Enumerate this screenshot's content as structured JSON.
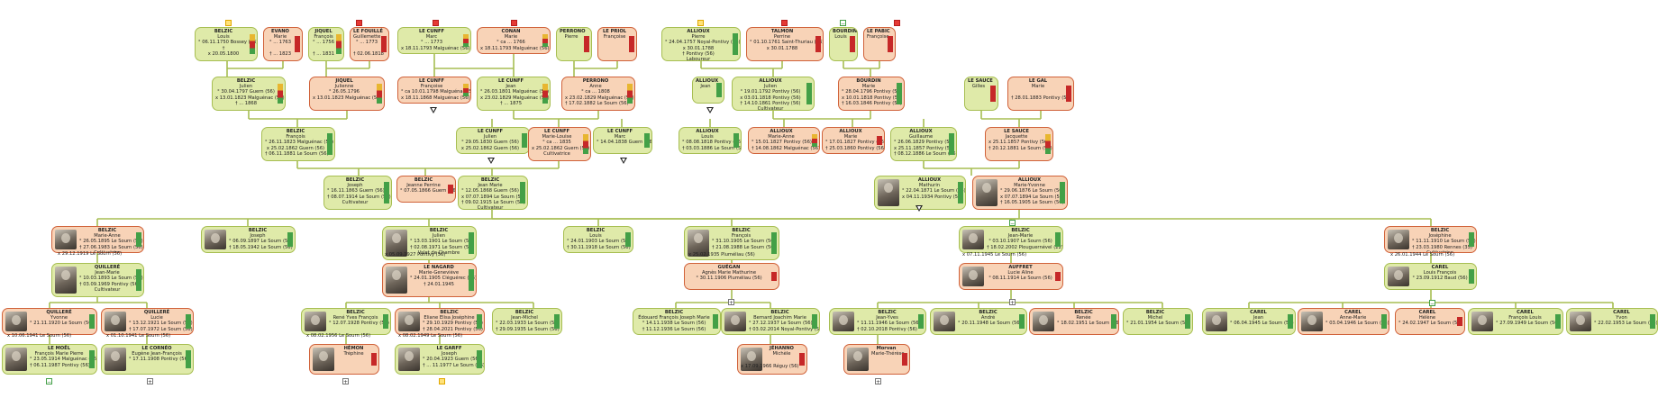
{
  "colors": {
    "male_bg": "#dfeaa9",
    "female_bg": "#f8d3b7",
    "line": "#a7be52",
    "male_border": "#a7be52",
    "female_border": "#d0623a"
  },
  "persons": {
    "belzic_louis": {
      "g": "m",
      "name": "BELZIC",
      "given": "Louis",
      "lines": [
        "° 06.11.1750 Bossey (56)",
        "†",
        "x 20.05.1800"
      ]
    },
    "evano_marie": {
      "g": "f",
      "name": "EVANO",
      "given": "Marie",
      "lines": [
        "° ... 1763",
        "",
        "† ... 1823"
      ]
    },
    "jiquel_francois": {
      "g": "m",
      "name": "JIQUEL",
      "given": "François",
      "lines": [
        "° ... 1756",
        "",
        "† ... 1831"
      ]
    },
    "lefouille_guillemette": {
      "g": "f",
      "name": "LE FOUILLÉ",
      "given": "Guillemette",
      "lines": [
        "° ... 1773",
        "",
        "† 02.06.1818"
      ]
    },
    "lecunff_marc": {
      "g": "m",
      "name": "LE CUNFF",
      "given": "Marc",
      "lines": [
        "° ... 1773",
        "x 18.11.1793 Malguénac (56)"
      ]
    },
    "conan_marie": {
      "g": "f",
      "name": "CONAN",
      "given": "Marie",
      "lines": [
        "° ca ... 1766",
        "x 18.11.1793 Malguénac (56)"
      ]
    },
    "perrono_pierre": {
      "g": "m",
      "name": "PERRONO",
      "given": "Pierre",
      "lines": []
    },
    "leprioul_francoise": {
      "g": "f",
      "name": "LE PRIOL",
      "given": "Françoise",
      "lines": []
    },
    "allioux_pierre": {
      "g": "m",
      "name": "ALLIOUX",
      "given": "Pierre",
      "lines": [
        "° 24.04.1757 Noyal-Pontivy (56)",
        "x 30.01.1788",
        "† Pontivy (56)",
        "Laboureur"
      ]
    },
    "talmon_perrine": {
      "g": "f",
      "name": "TALMON",
      "given": "Perrine",
      "lines": [
        "° 01.10.1761 Saint-Thuriau (56)",
        "x 30.01.1788"
      ]
    },
    "bourdin_louis": {
      "g": "m",
      "name": "BOURDIN",
      "given": "Louis",
      "lines": []
    },
    "lepabic_francoise": {
      "g": "f",
      "name": "LE PABIC",
      "given": "Françoise",
      "lines": []
    },
    "belzic_julien": {
      "g": "m",
      "name": "BELZIC",
      "given": "Julien",
      "lines": [
        "° 30.04.1797 Guern (56)",
        "x 13.01.1823 Malguénac (56)",
        "† ... 1868"
      ]
    },
    "jiquel_julienne": {
      "g": "f",
      "name": "JIQUEL",
      "given": "Julienne",
      "lines": [
        "° 26.05.1796",
        "x 13.01.1823 Malguénac (56)"
      ]
    },
    "lecunff_francoise": {
      "g": "f",
      "name": "LE CUNFF",
      "given": "Françoise",
      "lines": [
        "° ca 10.01.1798 Malguénac (56)",
        "x 18.11.1868 Malguénac (56)"
      ]
    },
    "lecunff_jean": {
      "g": "m",
      "name": "LE CUNFF",
      "given": "Jean",
      "lines": [
        "° 26.03.1801 Malguénac (56)",
        "x 23.02.1829 Malguénac (56)",
        "† ... 1875"
      ]
    },
    "perrono_anne": {
      "g": "f",
      "name": "PERRONO",
      "given": "Anne",
      "lines": [
        "° ca ... 1808",
        "x 23.02.1829 Malguénac (56)",
        "† 17.02.1882 Le Sourn (56)"
      ]
    },
    "allioux_jean": {
      "g": "m",
      "name": "ALLIOUX",
      "given": "Jean",
      "lines": []
    },
    "allioux_julien": {
      "g": "m",
      "name": "ALLIOUX",
      "given": "Julien",
      "lines": [
        "° 19.01.1792 Pontivy (56)",
        "x 03.01.1818 Pontivy (56)",
        "† 14.10.1861 Pontivy (56)",
        "Cultivateur"
      ]
    },
    "bourdin_marie": {
      "g": "f",
      "name": "BOURDIN",
      "given": "Marie",
      "lines": [
        "° 28.04.1796 Pontivy (56)",
        "x 10.01.1818 Pontivy (56)",
        "† 16.03.1846 Pontivy (56)"
      ]
    },
    "lesauce_gilles": {
      "g": "m",
      "name": "LE SAUCE",
      "given": "Gilles",
      "lines": []
    },
    "legal_marie": {
      "g": "f",
      "name": "LE GAL",
      "given": "Marie",
      "lines": [
        "",
        "† 28.01.1883 Pontivy (56)"
      ]
    },
    "belzic_francois": {
      "g": "m",
      "name": "BELZIC",
      "given": "François",
      "lines": [
        "° 26.11.1823 Malguénac (56)",
        "x 25.02.1862 Guern (56)",
        "† 06.11.1881 Le Sourn (56)"
      ]
    },
    "lecunff_julien": {
      "g": "m",
      "name": "LE CUNFF",
      "given": "Julien",
      "lines": [
        "° 29.05.1830 Guern (56)",
        "x 25.02.1862 Guern (56)"
      ]
    },
    "lecunff_marielouise": {
      "g": "f",
      "name": "LE CUNFF",
      "given": "Marie-Louise",
      "lines": [
        "° ca ... 1835",
        "x 25.02.1862 Guern (56)",
        "Cultivatrice"
      ]
    },
    "lecunff_marc2": {
      "g": "m",
      "name": "LE CUNFF",
      "given": "Marc",
      "lines": [
        "° 14.04.1838 Guern (56)"
      ]
    },
    "allioux_louis": {
      "g": "m",
      "name": "ALLIOUX",
      "given": "Louis",
      "lines": [
        "° 08.08.1818 Pontivy (56)",
        "† 03.03.1886 Le Sourn (56)"
      ]
    },
    "allioux_marieanne": {
      "g": "f",
      "name": "ALLIOUX",
      "given": "Marie-Anne",
      "lines": [
        "° 15.01.1827 Pontivy (56)",
        "† 14.08.1862 Malguénac (56)"
      ]
    },
    "allioux_marie": {
      "g": "f",
      "name": "ALLIOUX",
      "given": "Marie",
      "lines": [
        "° 17.01.1827 Pontivy (56)",
        "† 25.03.1860 Pontivy (56)"
      ]
    },
    "allioux_guillaume": {
      "g": "m",
      "name": "ALLIOUX",
      "given": "Guillaume",
      "lines": [
        "° 26.06.1829 Pontivy (56)",
        "x 25.11.1857 Pontivy (56)",
        "† 08.12.1886 Le Sourn (56)"
      ]
    },
    "lesauce_jacquette": {
      "g": "f",
      "name": "LE SAUCE",
      "given": "Jacquette",
      "lines": [
        "x 25.11.1857 Pontivy (56)",
        "† 20.12.1881 Le Sourn (56)"
      ]
    },
    "belzic_joseph": {
      "g": "m",
      "name": "BELZIC",
      "given": "Joseph",
      "lines": [
        "° 16.11.1863 Guern (56)",
        "† 08.07.1914 Le Sourn (56)",
        "Cultivateur"
      ]
    },
    "belzic_jeanneperrine": {
      "g": "f",
      "name": "BELZIC",
      "given": "Jeanne Perrine",
      "lines": [
        "° 07.05.1866 Guern (56)"
      ]
    },
    "belzic_jeanmarie": {
      "g": "m",
      "name": "BELZIC",
      "given": "Jean Marie",
      "lines": [
        "° 12.05.1868 Guern (56)",
        "x 07.07.1894 Le Sourn (56)",
        "† 09.02.1915 Le Sourn (56)",
        "Cultivateur"
      ]
    },
    "allioux_mathurin": {
      "g": "m",
      "name": "ALLIOUX",
      "given": "Mathurin",
      "lines": [
        "° 22.04.1871 Le Sourn (56)",
        "x 04.11.1934 Pontivy (56)"
      ],
      "photo": true
    },
    "allioux_marieyvonne": {
      "g": "f",
      "name": "ALLIOUX",
      "given": "Marie-Yvonne",
      "lines": [
        "° 29.06.1876 Le Sourn (56)",
        "x 07.07.1894 Le Sourn (56)",
        "† 16.05.1905 Le Sourn (56)"
      ],
      "photo": true
    },
    "belzic_marieanne": {
      "g": "f",
      "name": "BELZIC",
      "given": "Marie-Anne",
      "lines": [
        "° 26.05.1895 Le Sourn (56)",
        "† 27.06.1983 Le Sourn (56)",
        "Cultivatrice"
      ],
      "photo": true
    },
    "belzic_joseph2": {
      "g": "m",
      "name": "BELZIC",
      "given": "Joseph",
      "lines": [
        "° 06.09.1897 Le Sourn (56)",
        "† 18.05.1942 Le Sourn (56)"
      ],
      "photo": true
    },
    "belzic_julien2": {
      "g": "m",
      "name": "BELZIC",
      "given": "Julien",
      "lines": [
        "° 13.03.1901 Le Sourn (56)",
        "† 02.08.1971 Le Sourn (56)",
        "Valet de Chambre"
      ],
      "photo": true
    },
    "belzic_louis2": {
      "g": "m",
      "name": "BELZIC",
      "given": "Louis",
      "lines": [
        "° 24.01.1903 Le Sourn (56)",
        "† 30.11.1918 Le Sourn (56)"
      ]
    },
    "belzic_francois2": {
      "g": "m",
      "name": "BELZIC",
      "given": "François",
      "lines": [
        "° 31.10.1905 Le Sourn (56)",
        "† 21.08.1988 Le Sourn (56)"
      ],
      "photo": true
    },
    "belzic_jeanmarie2": {
      "g": "m",
      "name": "BELZIC",
      "given": "Jean-Marie",
      "lines": [
        "° 03.10.1907 Le Sourn (56)",
        "† 18.02.2002 Plouguernével (22)"
      ],
      "photo": true
    },
    "belzic_josephine": {
      "g": "f",
      "name": "BELZIC",
      "given": "Joséphine",
      "lines": [
        "° 11.11.1910 Le Sourn (56)",
        "† 23.03.1980 Rennes (35)",
        "Cultivatrice"
      ],
      "photo": true
    },
    "quillere_jeanmarie": {
      "g": "m",
      "name": "QUILLERÉ",
      "given": "Jean-Marie",
      "lines": [
        "° 10.03.1893 Le Sourn (56)",
        "† 03.09.1969 Pontivy (56)",
        "Cultivateur"
      ],
      "photo": true
    },
    "lenagard_mariegenevieve": {
      "g": "f",
      "name": "LE NAGARD",
      "given": "Marie-Geneviève",
      "lines": [
        "° 24.01.1905 Cléguérec (56)",
        "† 24.01.1945"
      ],
      "photo": true
    },
    "guegan_agnes": {
      "g": "f",
      "name": "GUÉGAN",
      "given": "Agnès Marie Mathurine",
      "lines": [
        "° 30.11.1906 Pluméliau (56)"
      ]
    },
    "auffret_lucie": {
      "g": "f",
      "name": "AUFFRET",
      "given": "Lucie Aline",
      "lines": [
        "° 08.11.1914 Le Sourn (56)"
      ],
      "photo": true
    },
    "carel_louis": {
      "g": "m",
      "name": "CAREL",
      "given": "Louis François",
      "lines": [
        "° 23.09.1912 Baud (56)"
      ],
      "photo": true
    },
    "quillere_yvonne": {
      "g": "f",
      "name": "QUILLERÉ",
      "given": "Yvonne",
      "lines": [
        "° 21.11.1920 Le Sourn (56)"
      ],
      "photo": true
    },
    "quillere_lucie": {
      "g": "f",
      "name": "QUILLERÉ",
      "given": "Lucie",
      "lines": [
        "° 13.12.1921 Le Sourn (56)",
        "† 17.07.1972 Le Sourn (56)"
      ],
      "photo": true
    },
    "belzic_rene": {
      "g": "m",
      "name": "BELZIC",
      "given": "René Yves François",
      "lines": [
        "° 12.07.1928 Pontivy (56)"
      ],
      "photo": true
    },
    "belzic_eliane": {
      "g": "f",
      "name": "BELZIC",
      "given": "Eliane Elisa Joséphine",
      "lines": [
        "° 29.10.1929 Pontivy (56)",
        "† 28.04.2021 Pontivy (56)"
      ],
      "photo": true
    },
    "belzic_jeanmichel": {
      "g": "m",
      "name": "BELZIC",
      "given": "Jean-Michel",
      "lines": [
        "° 22.03.1933 Le Sourn (56)",
        "† 29.09.1935 Le Sourn (56)"
      ]
    },
    "belzic_edouard": {
      "g": "m",
      "name": "BELZIC",
      "given": "Édouard François Joseph Marie",
      "lines": [
        "° 14.11.1938 Le Sourn (56)",
        "† 11.12.1936 Le Sourn (56)"
      ]
    },
    "belzic_bernard": {
      "g": "m",
      "name": "BELZIC",
      "given": "Bernard Joachim Marie",
      "lines": [
        "° 27.12.1937 Le Sourn (56)",
        "† 03.02.2014 Noyal-Pontivy (56)"
      ],
      "photo": true
    },
    "belzic_jeanyves": {
      "g": "m",
      "name": "BELZIC",
      "given": "Jean-Yves",
      "lines": [
        "° 11.11.1946 Le Sourn (56)",
        "† 02.10.2018 Pontivy (56)"
      ],
      "photo": true
    },
    "belzic_andre": {
      "g": "m",
      "name": "BELZIC",
      "given": "André",
      "lines": [
        "° 20.11.1948 Le Sourn (56)"
      ],
      "photo": true
    },
    "belzic_renee": {
      "g": "f",
      "name": "BELZIC",
      "given": "Renée",
      "lines": [
        "° 18.02.1951 Le Sourn (56)"
      ],
      "photo": true
    },
    "belzic_michel": {
      "g": "m",
      "name": "BELZIC",
      "given": "Michel",
      "lines": [
        "° 21.01.1954 Le Sourn (56)"
      ]
    },
    "carel_jean": {
      "g": "m",
      "name": "CAREL",
      "given": "Jean",
      "lines": [
        "° 06.04.1945 Le Sourn (56)"
      ],
      "photo": true
    },
    "carel_annemarie": {
      "g": "f",
      "name": "CAREL",
      "given": "Anne-Marie",
      "lines": [
        "° 03.04.1946 Le Sourn (56)"
      ],
      "photo": true
    },
    "carel_helene": {
      "g": "f",
      "name": "CAREL",
      "given": "Hélène",
      "lines": [
        "° 24.02.1947 Le Sourn (56)"
      ]
    },
    "carel_francoislouis": {
      "g": "m",
      "name": "CAREL",
      "given": "François Louis",
      "lines": [
        "° 27.09.1949 Le Sourn (56)"
      ],
      "photo": true
    },
    "carel_yvon": {
      "g": "m",
      "name": "CAREL",
      "given": "Yvon",
      "lines": [
        "° 22.02.1953 Le Sourn (56)"
      ],
      "photo": true
    },
    "lemoel_francois": {
      "g": "m",
      "name": "LE MOËL",
      "given": "François Marie Pierre",
      "lines": [
        "° 23.05.1914 Malguénac (56)",
        "† 06.11.1987 Pontivy (56)"
      ],
      "photo": true
    },
    "lecorneo_eugene": {
      "g": "m",
      "name": "LE CORNÉO",
      "given": "Eugène Jean-François",
      "lines": [
        "° 17.11.1908 Pontivy (56)"
      ],
      "photo": true
    },
    "hemon_tréphine": {
      "g": "f",
      "name": "HÉMON",
      "given": "Tréphine",
      "lines": [],
      "photo": true
    },
    "legarff_joseph": {
      "g": "m",
      "name": "LE GARFF",
      "given": "Joseph",
      "lines": [
        "° 20.04.1923 Guern (56)",
        "† ... 11.1977 Le Sourn (56)"
      ],
      "photo": true
    },
    "jehanno_michele": {
      "g": "f",
      "name": "JÉHANNO",
      "given": "Michèle",
      "lines": [],
      "photo": true
    },
    "morvan_marietherese": {
      "g": "f",
      "name": "Morvan",
      "given": "Marie-Thérèse",
      "lines": [],
      "photo": true
    }
  },
  "marriages": {
    "m1": "x 29.12.1919 Le Sourn (56)",
    "m2": "x 05.09.1927 Pontivy (56)",
    "m3": "x 25.02.1935 Pluméliau (56)",
    "m4": "x 07.11.1945 Le Sourn (56)",
    "m5": "x 26.01.1944 Le Sourn (56)",
    "m6": "x 10.06.1941 Le Sourn (56)",
    "m7": "x 01.10.1941 Le Sourn (56)",
    "m8": "x 08.02.1956 Le Sourn (56)",
    "m9": "x 08.02.1949 Le Sourn (56)",
    "m10": "x 17.09.1966 Réguy (56)"
  }
}
